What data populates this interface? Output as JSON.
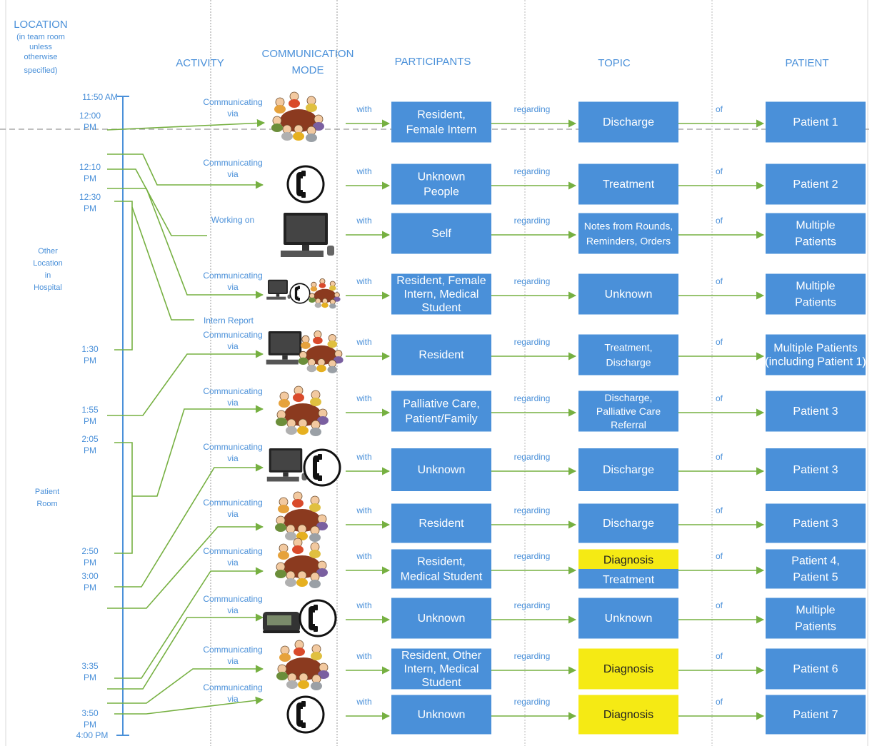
{
  "headers": {
    "location": "LOCATION",
    "location_sub": [
      "(in team room",
      "unless",
      "otherwise",
      "specified)"
    ],
    "activity": "ACTIVITY",
    "communication_mode": [
      "COMMUNICATION",
      "MODE"
    ],
    "participants": "PARTICIPANTS",
    "topic": "TOPIC",
    "patient": "PATIENT"
  },
  "locations": {
    "other_location": [
      "Other",
      "Location",
      "in",
      "Hospital"
    ],
    "patient_room": [
      "Patient",
      "Room"
    ]
  },
  "times": [
    [
      "11:50 AM"
    ],
    [
      "12:00",
      "PM"
    ],
    [
      "12:10",
      "PM"
    ],
    [
      "12:30",
      "PM"
    ],
    [
      "1:30",
      "PM"
    ],
    [
      "1:55",
      "PM"
    ],
    [
      "2:05",
      "PM"
    ],
    [
      "2:50",
      "PM"
    ],
    [
      "3:00",
      "PM"
    ],
    [
      "3:35",
      "PM"
    ],
    [
      "3:50",
      "PM"
    ],
    [
      "4:00 PM"
    ]
  ],
  "connector_labels": {
    "with": "with",
    "regarding": "regarding",
    "of": "of"
  },
  "extra_activity": "Intern Report",
  "icon_colors": {
    "green": "#76b041",
    "blue": "#4a90d9",
    "yellow": "#f5ea14"
  },
  "rows": [
    {
      "activity": [
        "Communicating",
        "via"
      ],
      "modes": [
        "meeting-icon"
      ],
      "participants": [
        "Resident,",
        "Female Intern"
      ],
      "topic": [
        "Discharge"
      ],
      "patient": [
        "Patient 1"
      ]
    },
    {
      "activity": [
        "Communicating",
        "via"
      ],
      "modes": [
        "phone-icon"
      ],
      "participants": [
        "Unknown",
        "People"
      ],
      "topic": [
        "Treatment"
      ],
      "patient": [
        "Patient 2"
      ]
    },
    {
      "activity": [
        "Working on"
      ],
      "modes": [
        "computer-icon"
      ],
      "participants": [
        "Self"
      ],
      "topic": [
        "Notes from Rounds,",
        "Reminders, Orders"
      ],
      "patient": [
        "Multiple",
        "Patients"
      ]
    },
    {
      "activity": [
        "Communicating",
        "via"
      ],
      "modes": [
        "computer-icon",
        "phone-icon",
        "meeting-icon"
      ],
      "participants": [
        "Resident, Female",
        "Intern, Medical",
        "Student"
      ],
      "topic": [
        "Unknown"
      ],
      "patient": [
        "Multiple",
        "Patients"
      ]
    },
    {
      "activity": [
        "Communicating",
        "via"
      ],
      "modes": [
        "computer-icon",
        "meeting-icon"
      ],
      "participants": [
        "Resident"
      ],
      "topic": [
        "Treatment,",
        "Discharge"
      ],
      "patient": [
        "Multiple Patients",
        "(including Patient 1)"
      ]
    },
    {
      "activity": [
        "Communicating",
        "via"
      ],
      "modes": [
        "meeting-icon"
      ],
      "participants": [
        "Palliative Care,",
        "Patient/Family"
      ],
      "topic": [
        "Discharge,",
        "Palliative Care",
        "Referral"
      ],
      "patient": [
        "Patient 3"
      ]
    },
    {
      "activity": [
        "Communicating",
        "via"
      ],
      "modes": [
        "computer-icon",
        "phone-icon"
      ],
      "participants": [
        "Unknown"
      ],
      "topic": [
        "Discharge"
      ],
      "patient": [
        "Patient 3"
      ]
    },
    {
      "activity": [
        "Communicating",
        "via"
      ],
      "modes": [
        "meeting-icon"
      ],
      "participants": [
        "Resident"
      ],
      "topic": [
        "Discharge"
      ],
      "patient": [
        "Patient 3"
      ]
    },
    {
      "activity": [
        "Communicating",
        "via"
      ],
      "modes": [
        "meeting-icon"
      ],
      "participants": [
        "Resident,",
        "Medical Student"
      ],
      "topic_split": [
        "Diagnosis",
        "Treatment"
      ],
      "patient": [
        "Patient 4,",
        "Patient 5"
      ]
    },
    {
      "activity": [
        "Communicating",
        "via"
      ],
      "modes": [
        "pager-icon",
        "phone-icon"
      ],
      "participants": [
        "Unknown"
      ],
      "topic": [
        "Unknown"
      ],
      "patient": [
        "Multiple",
        "Patients"
      ]
    },
    {
      "activity": [
        "Communicating",
        "via"
      ],
      "modes": [
        "meeting-icon"
      ],
      "participants": [
        "Resident, Other",
        "Intern, Medical",
        "Student"
      ],
      "topic": [
        "Diagnosis"
      ],
      "topic_highlight": true,
      "patient": [
        "Patient 6"
      ]
    },
    {
      "activity": [
        "Communicating",
        "via"
      ],
      "modes": [
        "phone-icon"
      ],
      "participants": [
        "Unknown"
      ],
      "topic": [
        "Diagnosis"
      ],
      "topic_highlight": true,
      "patient": [
        "Patient 7"
      ]
    }
  ]
}
